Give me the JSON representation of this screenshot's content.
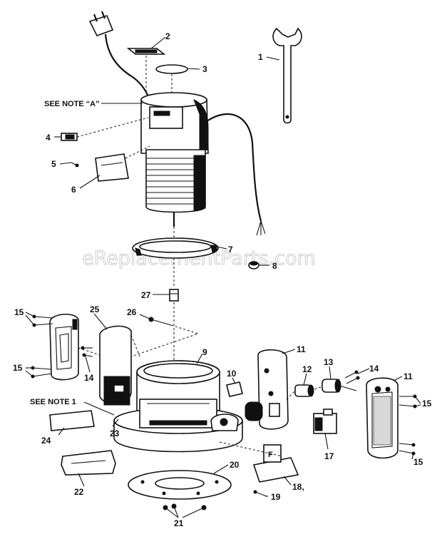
{
  "watermark": "eReplacementParts.com",
  "notes": {
    "note_a": "SEE NOTE “A”",
    "note_1": "SEE NOTE 1"
  },
  "callouts": {
    "c1": "1",
    "c2": "2",
    "c3": "3",
    "c4": "4",
    "c5": "5",
    "c6": "6",
    "c7": "7",
    "c8": "8",
    "c9": "9",
    "c10": "10",
    "c11a": "11",
    "c11b": "11",
    "c12": "12",
    "c13": "13",
    "c14a": "14",
    "c14b": "14",
    "c15a": "15",
    "c15b": "15",
    "c15c": "15",
    "c15d": "15",
    "c17": "17",
    "c18": "18,",
    "c19": "19",
    "c20": "20",
    "c21": "21",
    "c22": "22",
    "c23": "23",
    "c24": "24",
    "c25": "25",
    "c26": "26",
    "c27": "27"
  }
}
